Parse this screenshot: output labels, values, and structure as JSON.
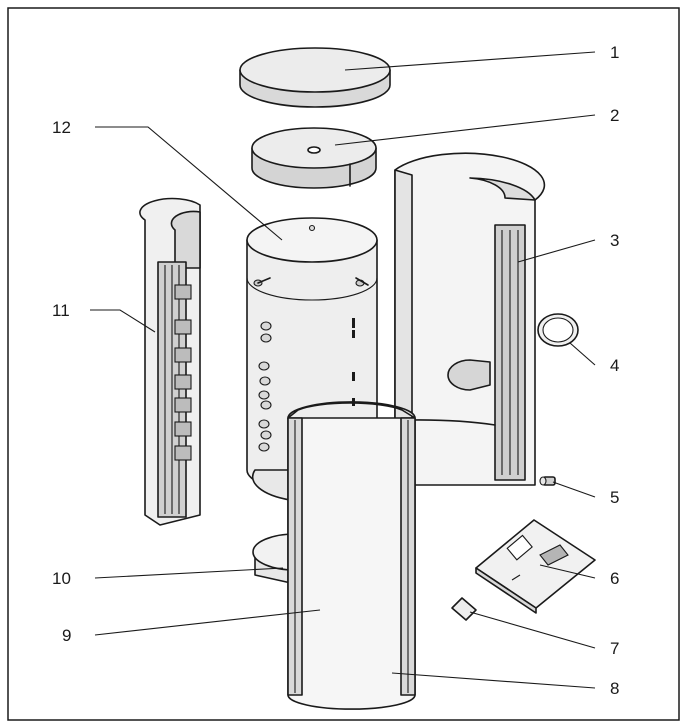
{
  "diagram": {
    "callouts": [
      "1",
      "2",
      "3",
      "4",
      "5",
      "6",
      "7",
      "8",
      "9",
      "10",
      "11",
      "12"
    ]
  },
  "colors": {
    "ink": "#1a1a1a",
    "fill_light": "#ececec",
    "fill_mid": "#d4d4d4",
    "fill_dark": "#b0b0b0",
    "background": "#ffffff"
  }
}
